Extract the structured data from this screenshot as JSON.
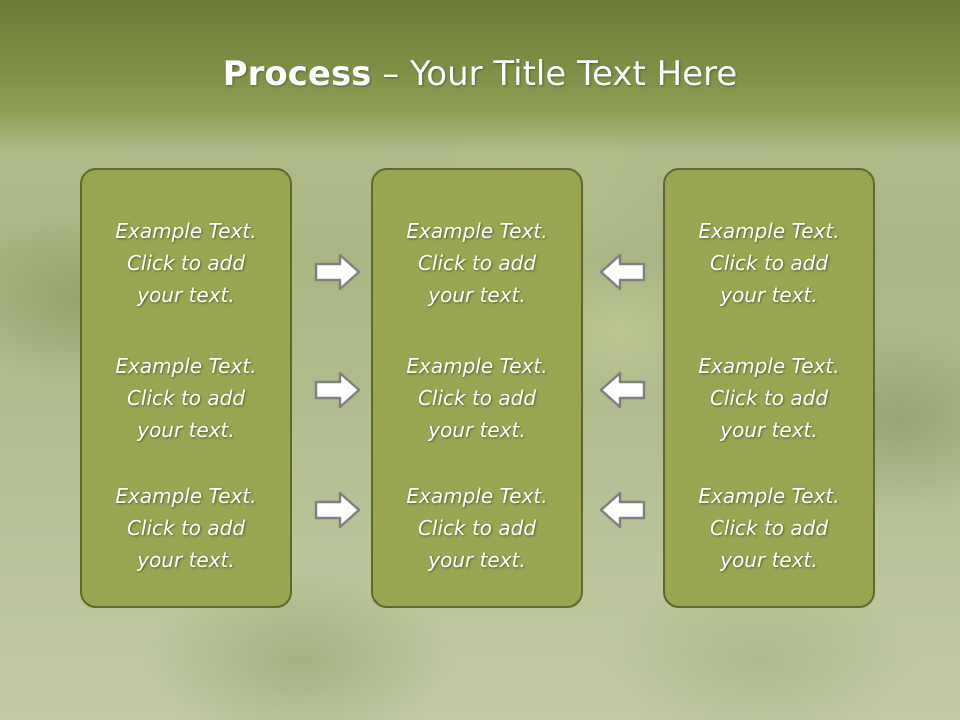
{
  "title": {
    "bold": "Process",
    "rest": " – Your Title Text Here"
  },
  "columns": [
    {
      "items": [
        "Example Text.\nClick  to add\nyour text.",
        "Example Text.\nClick  to add\nyour text.",
        "Example Text.\nClick  to add\nyour text."
      ]
    },
    {
      "items": [
        "Example Text.\nClick  to add\nyour text.",
        "Example Text.\nClick  to add\nyour text.",
        "Example Text.\nClick  to add\nyour text."
      ]
    },
    {
      "items": [
        "Example Text.\nClick  to add\nyour text.",
        "Example Text.\nClick  to add\nyour text.",
        "Example Text.\nClick  to add\nyour text."
      ]
    }
  ],
  "arrows": {
    "left_group": "arrow-right-icon",
    "right_group": "arrow-left-icon"
  },
  "colors": {
    "title_band": "#6b7d3a",
    "box_fill": "#99a551",
    "box_border": "#5c6a2a",
    "arrow_fill": "#ffffff",
    "arrow_stroke": "#808080"
  }
}
